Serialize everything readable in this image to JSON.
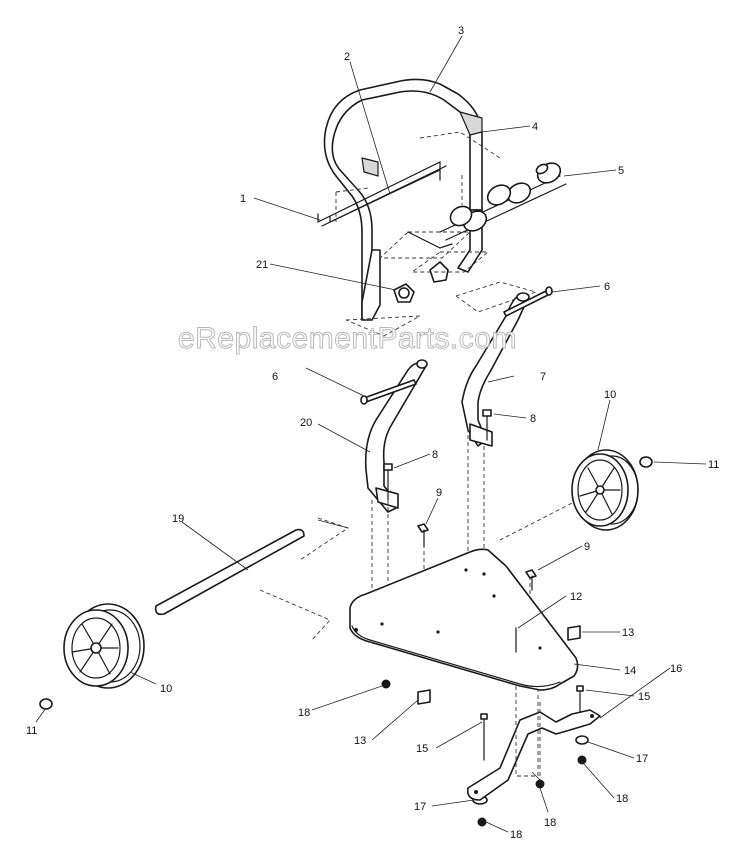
{
  "watermark": "eReplacementParts.com",
  "callouts": [
    {
      "id": "c1",
      "label": "1"
    },
    {
      "id": "c2",
      "label": "2"
    },
    {
      "id": "c3",
      "label": "3"
    },
    {
      "id": "c4",
      "label": "4"
    },
    {
      "id": "c5",
      "label": "5"
    },
    {
      "id": "c6a",
      "label": "6"
    },
    {
      "id": "c6b",
      "label": "6"
    },
    {
      "id": "c7",
      "label": "7"
    },
    {
      "id": "c8a",
      "label": "8"
    },
    {
      "id": "c8b",
      "label": "8"
    },
    {
      "id": "c9a",
      "label": "9"
    },
    {
      "id": "c9b",
      "label": "9"
    },
    {
      "id": "c10a",
      "label": "10"
    },
    {
      "id": "c10b",
      "label": "10"
    },
    {
      "id": "c11a",
      "label": "11"
    },
    {
      "id": "c11b",
      "label": "11"
    },
    {
      "id": "c12",
      "label": "12"
    },
    {
      "id": "c13a",
      "label": "13"
    },
    {
      "id": "c13b",
      "label": "13"
    },
    {
      "id": "c14",
      "label": "14"
    },
    {
      "id": "c15a",
      "label": "15"
    },
    {
      "id": "c15b",
      "label": "15"
    },
    {
      "id": "c16",
      "label": "16"
    },
    {
      "id": "c17a",
      "label": "17"
    },
    {
      "id": "c17b",
      "label": "17"
    },
    {
      "id": "c18a",
      "label": "18"
    },
    {
      "id": "c18b",
      "label": "18"
    },
    {
      "id": "c18c",
      "label": "18"
    },
    {
      "id": "c18d",
      "label": "18"
    },
    {
      "id": "c19",
      "label": "19"
    },
    {
      "id": "c20",
      "label": "20"
    },
    {
      "id": "c21",
      "label": "21"
    }
  ]
}
